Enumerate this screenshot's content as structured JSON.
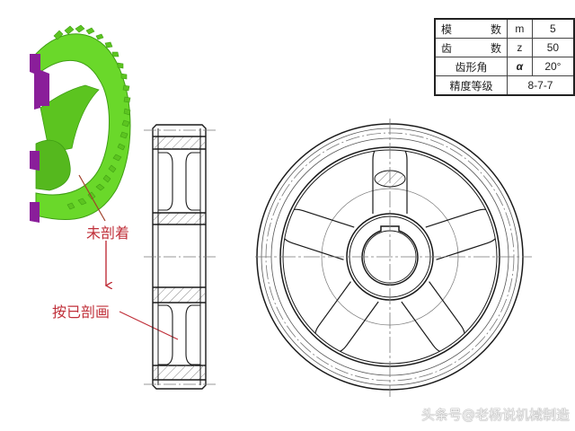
{
  "colors": {
    "line": "#1a1a1a",
    "thin_line": "#555555",
    "center_line": "#777777",
    "hatch": "#888888",
    "annotation": "#c0303a",
    "gear_green": "#6ad82a",
    "gear_green_dark": "#3f9e14",
    "gear_section_purple": "#8a1e9a"
  },
  "parameter_table": {
    "rows": [
      {
        "name": "模　　数",
        "symbol": "m",
        "value": "5"
      },
      {
        "name": "齿　　数",
        "symbol": "z",
        "value": "50"
      },
      {
        "name": "齿形角",
        "symbol": "α",
        "value": "20°"
      },
      {
        "name": "精度等级",
        "value": "8-7-7"
      }
    ]
  },
  "annotations": {
    "not_sectioned": "未剖着",
    "draw_as_sectioned": "按已剖画"
  },
  "views": {
    "iso_view": "3D half-section gear model",
    "side_view": "full section view",
    "front_view": "front view with 5 spokes and keyway",
    "spoke_count": 5
  },
  "watermark": "头条号@老杨说机械制造"
}
